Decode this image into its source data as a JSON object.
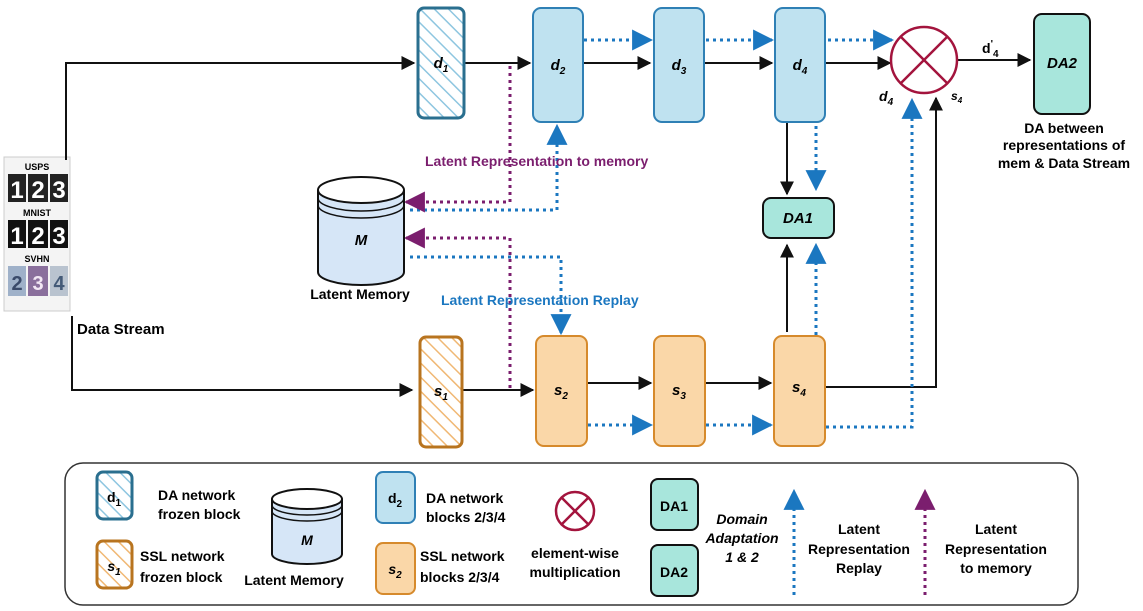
{
  "blocks": {
    "d1": {
      "main": "d",
      "sub": "1"
    },
    "d2": {
      "main": "d",
      "sub": "2"
    },
    "d3": {
      "main": "d",
      "sub": "3"
    },
    "d4": {
      "main": "d",
      "sub": "4"
    },
    "s1": {
      "main": "s",
      "sub": "1"
    },
    "s2": {
      "main": "s",
      "sub": "2"
    },
    "s3": {
      "main": "s",
      "sub": "3"
    },
    "s4": {
      "main": "s",
      "sub": "4"
    },
    "da1": "DA1",
    "da2": "DA2"
  },
  "memory": {
    "symbol": "M",
    "caption": "Latent Memory"
  },
  "data_stream": {
    "caption": "Data Stream",
    "datasets": [
      {
        "name": "USPS",
        "digits": [
          "1",
          "2",
          "3"
        ]
      },
      {
        "name": "MNIST",
        "digits": [
          "1",
          "2",
          "3"
        ]
      },
      {
        "name": "SVHN",
        "digits": [
          "2",
          "3",
          "4"
        ]
      }
    ]
  },
  "annotations": {
    "latent_to_memory": "Latent Representation to memory",
    "latent_replay": "Latent Representation Replay",
    "da2_desc": [
      "DA between",
      "representations of",
      "mem & Data Stream"
    ],
    "mult_d4": {
      "main": "d",
      "sub": "4"
    },
    "mult_s4": {
      "main": "s",
      "sub": "4"
    },
    "mult_out": {
      "main": "d",
      "prime": "'",
      "sub": "4"
    }
  },
  "legend": {
    "frozen_da": [
      "DA network",
      "frozen block"
    ],
    "frozen_ssl": [
      "SSL network",
      "frozen block"
    ],
    "memory_label": "Latent Memory",
    "da_blocks": [
      "DA network",
      "blocks 2/3/4"
    ],
    "ssl_blocks": [
      "SSL network",
      "blocks 2/3/4"
    ],
    "elementwise": [
      "element-wise",
      "multiplication"
    ],
    "domain_adapt": [
      "Domain",
      "Adaptation",
      "1 & 2"
    ],
    "replay": [
      "Latent",
      "Representation",
      "Replay"
    ],
    "to_memory": [
      "Latent",
      "Representation",
      "to memory"
    ]
  },
  "colors": {
    "blue_fill": "#bfe2f0",
    "blue_stroke": "#2f80b5",
    "orange_fill": "#fad7a8",
    "orange_stroke": "#d68a2c",
    "teal_fill": "#a8e6dc",
    "purple": "#7b1e6e",
    "dotted_blue": "#1b77c0",
    "mult_red": "#a3143d"
  }
}
